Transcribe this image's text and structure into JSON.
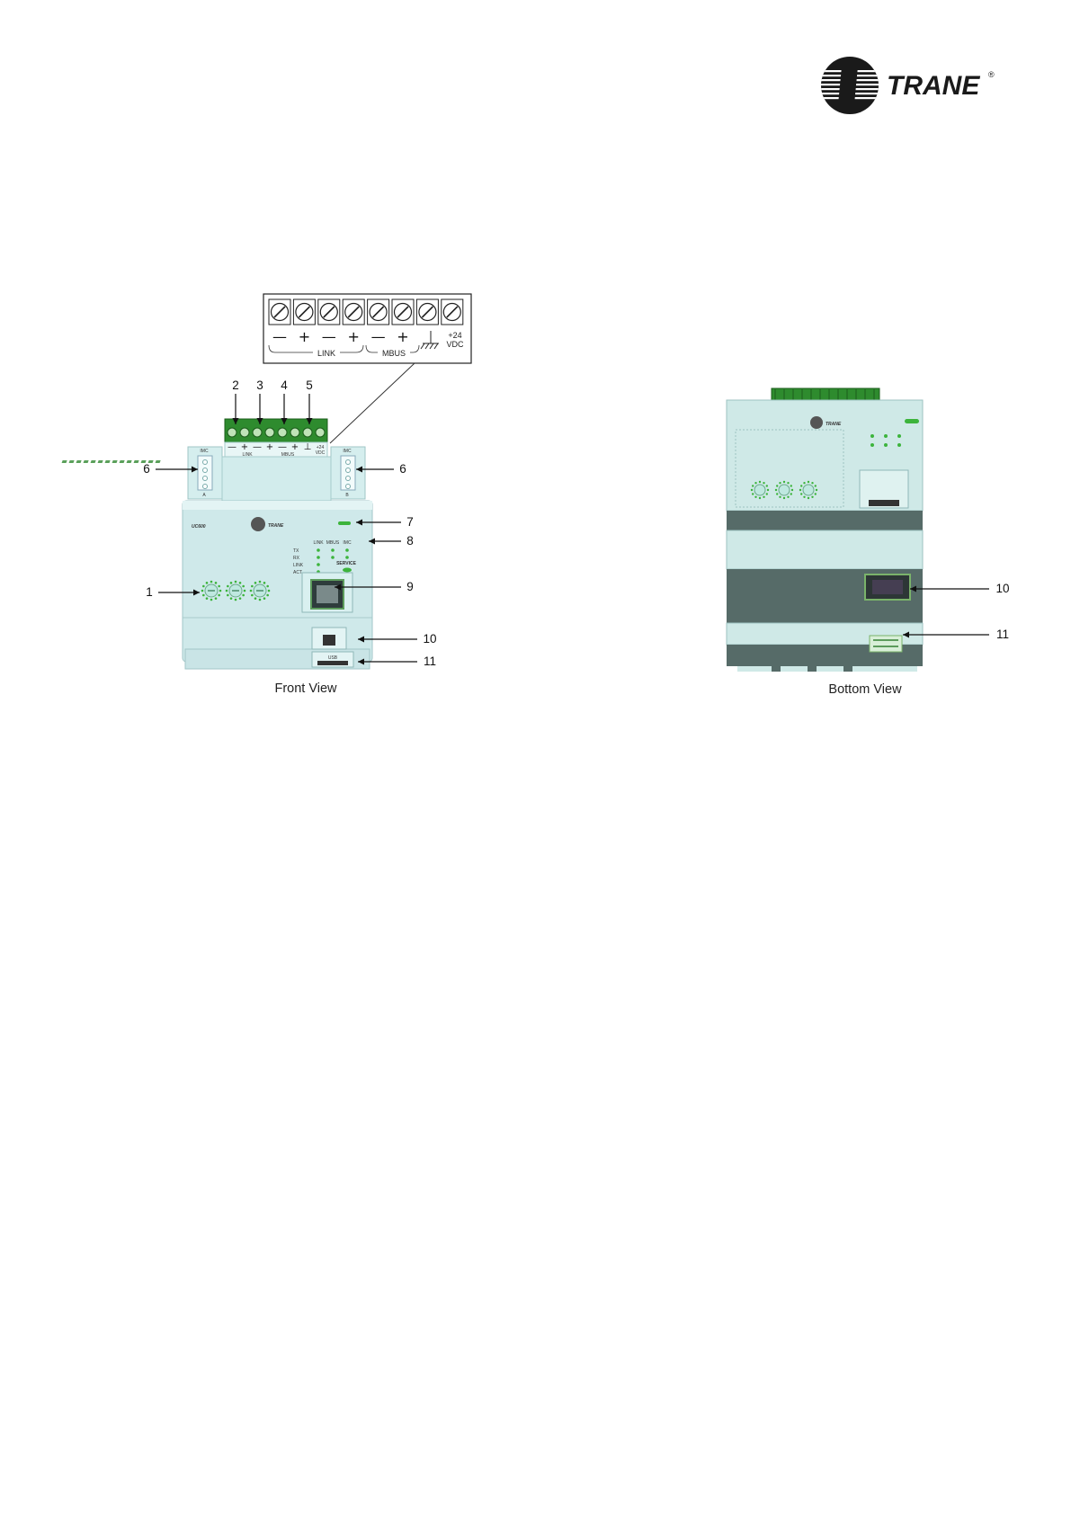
{
  "brand": {
    "name": "TRANE",
    "registered": "®"
  },
  "inset": {
    "terminal_signs": [
      "—",
      "+",
      "—",
      "+",
      "—",
      "+",
      "",
      "+24\nVDC"
    ],
    "label_link": "LINK",
    "label_mbus": "MBUS",
    "vdc_top": "+24",
    "vdc_bottom": "VDC"
  },
  "front_view": {
    "caption": "Front View",
    "device_model": "UC600",
    "device_brand": "TRANE",
    "connector_small_label": "IMC",
    "connector_a": "A",
    "connector_b": "B",
    "terminal_signs": [
      "—",
      "+",
      "—",
      "+",
      "—",
      "+",
      "⊥"
    ],
    "terminal_group_link": "LINK",
    "terminal_group_mbus": "MBUS",
    "terminal_vdc": "+24\nVDC",
    "led_columns": [
      "LINK",
      "MBUS",
      "IMC"
    ],
    "led_rows": [
      "TX",
      "RX",
      "LINK",
      "ACT"
    ],
    "service_label": "SERVICE",
    "usb_label": "USB",
    "callouts": [
      "1",
      "2",
      "3",
      "4",
      "5",
      "6",
      "6",
      "7",
      "8",
      "9",
      "10",
      "11"
    ]
  },
  "bottom_view": {
    "caption": "Bottom View",
    "device_brand": "TRANE",
    "callouts": [
      "10",
      "11"
    ]
  }
}
